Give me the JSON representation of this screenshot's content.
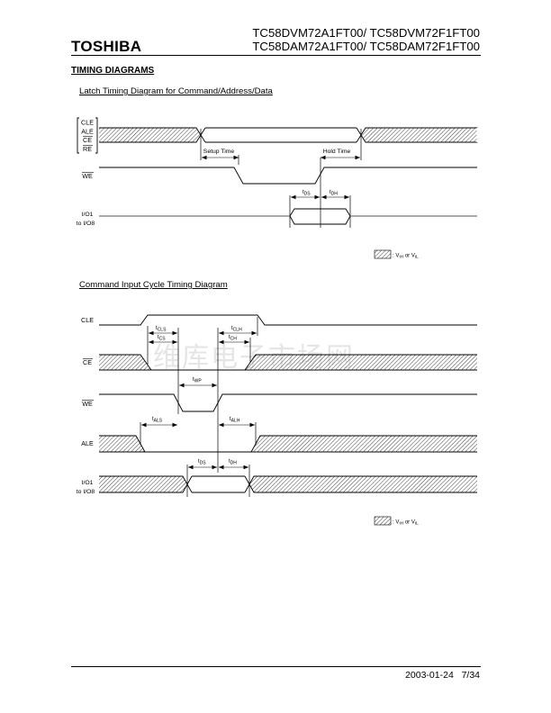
{
  "header": {
    "brand": "TOSHIBA",
    "part_numbers_line1": "TC58DVM72A1FT00/ TC58DVM72F1FT00",
    "part_numbers_line2": "TC58DAM72A1FT00/ TC58DAM72F1FT00"
  },
  "section_title": "TIMING DIAGRAMS",
  "watermark": "维库电子市场网",
  "diagram1": {
    "title": "Latch Timing Diagram for Command/Address/Data",
    "signals": {
      "group": [
        "CLE",
        "ALE",
        "CE",
        "RE"
      ],
      "group_overbar": [
        false,
        false,
        true,
        true
      ],
      "we": "WE",
      "io_line1": "I/O1",
      "io_line2": "to I/O8"
    },
    "annotations": {
      "setup": "Setup Time",
      "hold": "Hold Time",
      "tds": "DS",
      "tdh": "DH"
    },
    "legend": {
      "prefix": ": V",
      "ih": "IH",
      "or": " or V",
      "il": "IL"
    }
  },
  "diagram2": {
    "title": "Command Input Cycle Timing Diagram",
    "signals": {
      "cle": "CLE",
      "ce": "CE",
      "we": "WE",
      "ale": "ALE",
      "io_line1": "I/O1",
      "io_line2": "to I/O8"
    },
    "annotations": {
      "tcls": "CLS",
      "tcs": "CS",
      "tclh": "CLH",
      "tch": "CH",
      "twp": "WP",
      "tals": "ALS",
      "talh": "ALH",
      "tds": "DS",
      "tdh": "DH"
    },
    "legend": {
      "prefix": ": V",
      "ih": "IH",
      "or": " or V",
      "il": "IL"
    }
  },
  "footer": {
    "date": "2003-01-24",
    "page": "7/34"
  }
}
